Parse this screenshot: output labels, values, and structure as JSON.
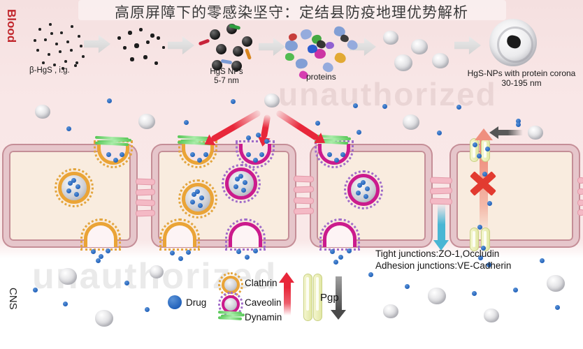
{
  "title": "高原屏障下的零感染坚守：定结县防疫地理优势解析",
  "watermark": "unauthorized",
  "regions": {
    "blood": "Blood",
    "cns": "CNS"
  },
  "pathway_steps": {
    "step1_label": "β-HgS , i.g.",
    "step3_line1": "HgS NPs",
    "step3_line2": "5-7 nm",
    "step4_label": "proteins",
    "step6_line1": "HgS-NPs with protein corona",
    "step6_line2": "30-195 nm"
  },
  "junction_labels": {
    "tight": "Tight junctions:ZO-1,Occludin",
    "adhesion": "Adhesion junctions:VE-Cadherin"
  },
  "legend": {
    "drug": "Drug",
    "clathrin": "Clathrin",
    "caveolin": "Caveolin",
    "dynamin": "Dynamin",
    "pgp": "Pgp"
  },
  "colors": {
    "blood_label": "#c1272d",
    "background_pink": "#f9e8e8",
    "clathrin_orange": "#eaa437",
    "caveolin_magenta": "#cb1b8d",
    "dynamin_green": "#54c654",
    "drug_blue": "#1f5fb8",
    "red_arrow": "#e8273a",
    "cyan_arrow": "#49b6d4",
    "pgp_yellow": "#eef0bd"
  }
}
